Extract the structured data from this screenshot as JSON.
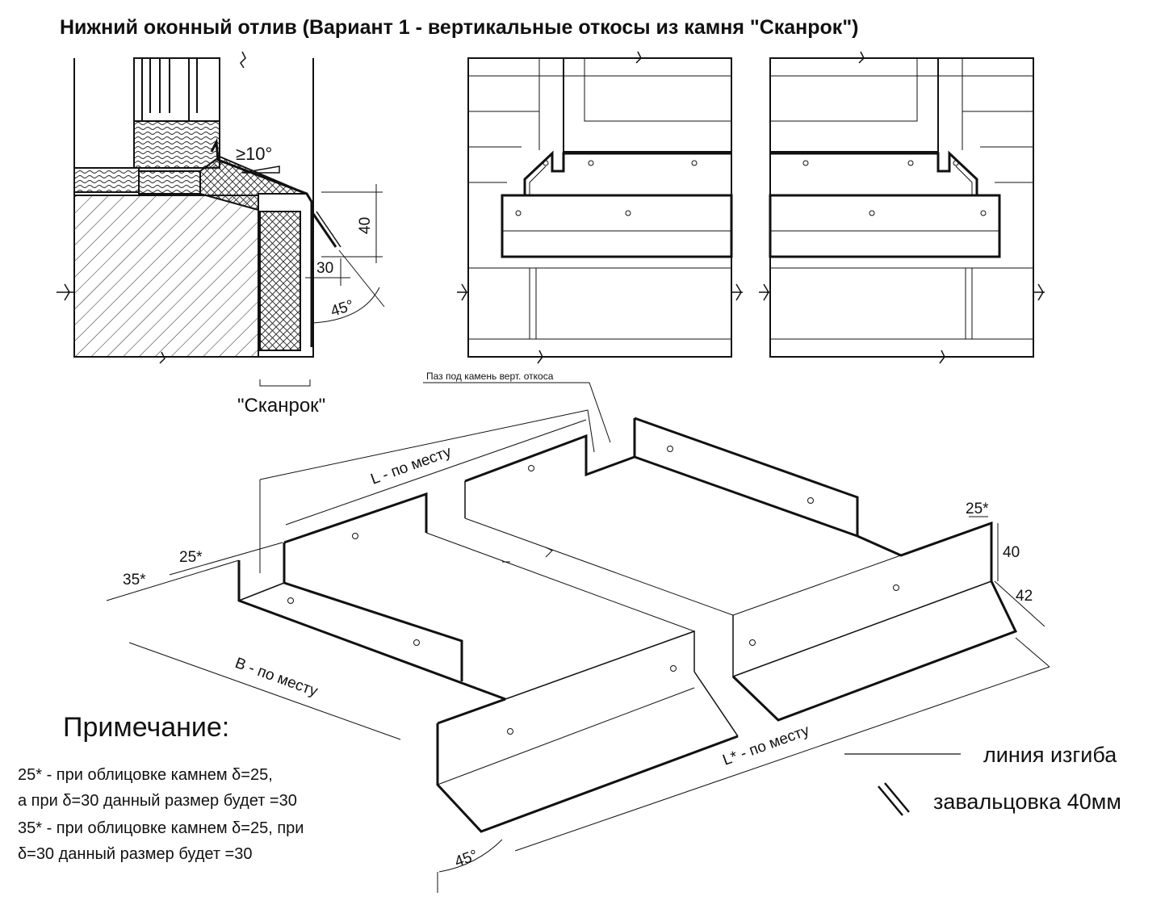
{
  "title": "Нижний оконный отлив (Вариант 1 - вертикальные откосы из камня \"Сканрок\")",
  "section": {
    "angle_label": "≥10°",
    "dim_40": "40",
    "dim_30": "30",
    "dim_45": "45°",
    "material_label": "\"Сканрок\""
  },
  "isometric": {
    "groove_label": "Паз под камень верт. откоса",
    "dim_L": "L - по месту",
    "dim_25_left": "25*",
    "dim_35": "35*",
    "dim_B": "B - по месту",
    "dim_25_right": "25*",
    "dim_40": "40",
    "dim_42": "42",
    "dim_Lstar": "L* - по месту",
    "dim_45": "45°"
  },
  "notes": {
    "heading": "Примечание:",
    "lines": [
      "25* - при облицовке камнем  δ=25,",
      "а при δ=30 данный размер будет =30",
      "35* - при облицовке камнем  δ=25, при",
      "δ=30 данный размер будет =30"
    ]
  },
  "legend": {
    "bend_line": "линия изгиба",
    "seam": "завальцовка 40мм"
  }
}
